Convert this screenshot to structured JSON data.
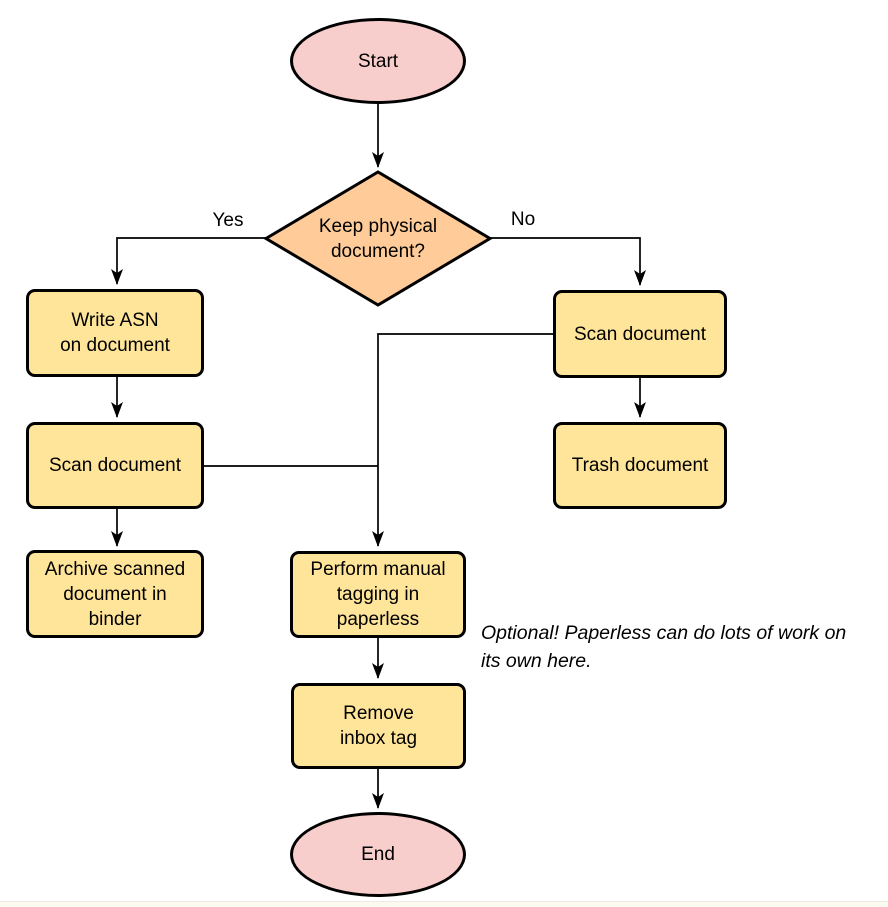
{
  "diagram": {
    "nodes": {
      "start": {
        "label": "Start",
        "shape": "terminator"
      },
      "decision": {
        "label": "Keep physical\ndocument?",
        "shape": "decision"
      },
      "write_asn": {
        "label": "Write ASN\non document",
        "shape": "process"
      },
      "scan_left": {
        "label": "Scan document",
        "shape": "process"
      },
      "archive": {
        "label": "Archive scanned\ndocument in\nbinder",
        "shape": "process"
      },
      "scan_right": {
        "label": "Scan document",
        "shape": "process"
      },
      "trash": {
        "label": "Trash document",
        "shape": "process"
      },
      "tagging": {
        "label": "Perform manual\ntagging in\npaperless",
        "shape": "process"
      },
      "remove_inbox": {
        "label": "Remove\ninbox tag",
        "shape": "process"
      },
      "end": {
        "label": "End",
        "shape": "terminator"
      }
    },
    "edge_labels": {
      "yes": "Yes",
      "no": "No"
    },
    "annotation": "Optional! Paperless can do lots of work on\nits own here.",
    "colors": {
      "terminator_fill": "#f8cecc",
      "decision_fill": "#ffcc99",
      "process_fill": "#ffe599",
      "stroke": "#000000",
      "background": "#ffffff"
    }
  }
}
